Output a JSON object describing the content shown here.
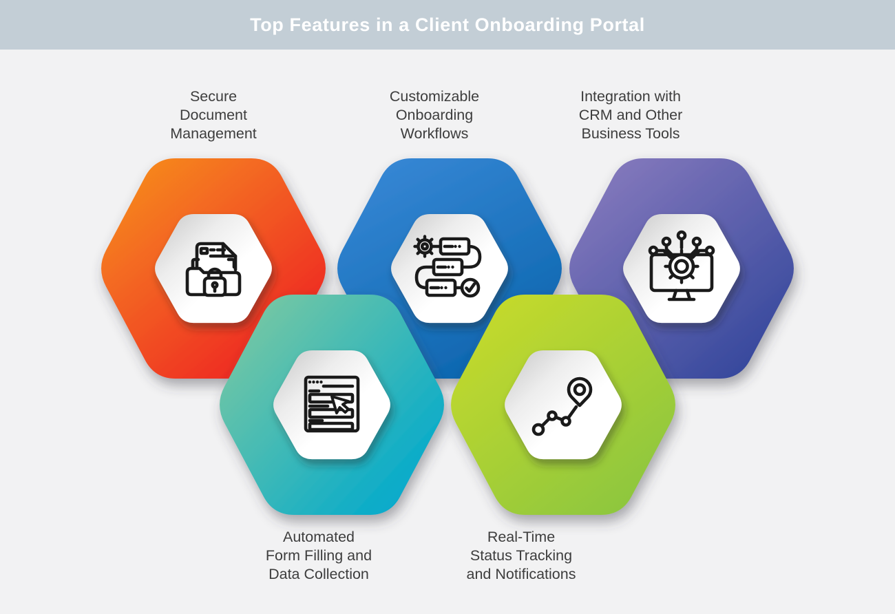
{
  "background_color": "#f2f2f3",
  "header": {
    "title": "Top Features in a Client Onboarding Portal",
    "bg_color": "#c3ced6",
    "text_color": "#ffffff"
  },
  "label_text_color": "#3d3d3d",
  "icon_stroke_color": "#1a1a1a",
  "features": [
    {
      "name": "secure-document-management",
      "label_lines": [
        "Secure",
        "Document",
        "Management"
      ],
      "icon": "folder-lock-icon",
      "gradient": {
        "from": "#f7941e",
        "to": "#ed1c24"
      }
    },
    {
      "name": "customizable-onboarding-workflows",
      "label_lines": [
        "Customizable",
        "Onboarding",
        "Workflows"
      ],
      "icon": "workflow-gear-icon",
      "gradient": {
        "from": "#3a8ad8",
        "to": "#0e67b0"
      }
    },
    {
      "name": "integration-with-crm",
      "label_lines": [
        "Integration with",
        "CRM and Other",
        "Business Tools"
      ],
      "icon": "monitor-integration-icon",
      "gradient": {
        "from": "#8d7ec0",
        "to": "#32469b"
      }
    },
    {
      "name": "automated-form-filling",
      "label_lines": [
        "Automated",
        "Form Filling and",
        "Data Collection"
      ],
      "icon": "form-autofill-cursor-icon",
      "gradient": {
        "from": "#85cb9e",
        "to": "#00a9cd"
      }
    },
    {
      "name": "real-time-status-tracking",
      "label_lines": [
        "Real-Time",
        "Status Tracking",
        "and Notifications"
      ],
      "icon": "status-tracking-pin-icon",
      "gradient": {
        "from": "#cbdc29",
        "to": "#8cc63f"
      }
    }
  ]
}
